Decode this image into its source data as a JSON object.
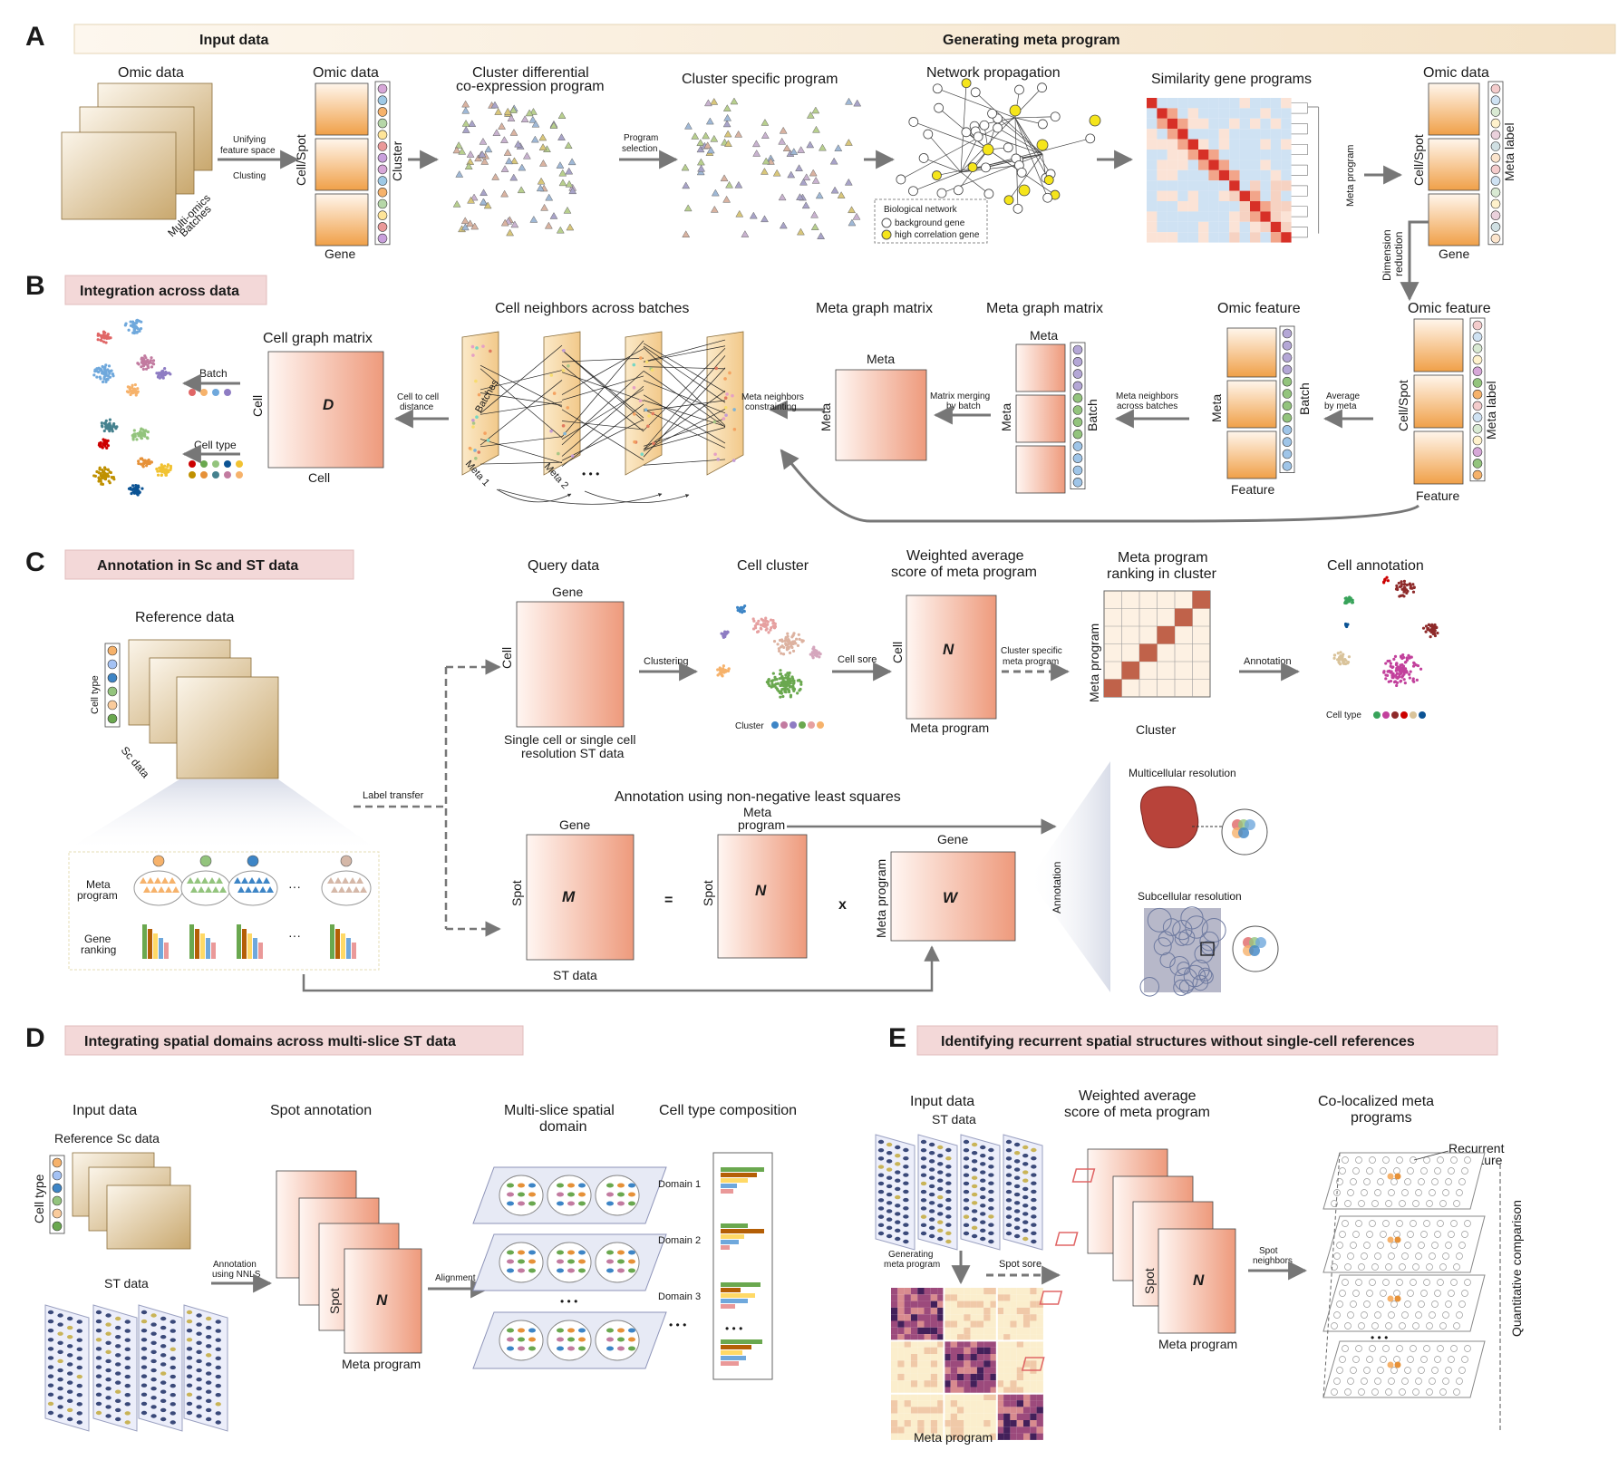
{
  "panelA": {
    "letter": "A",
    "input_header": "Input data",
    "gen_header": "Generating meta program",
    "omic_data_1": "Omic data",
    "multi_omics": "Multi-omics",
    "batches": "Batches",
    "unifying": "Unifying",
    "feature_space": "feature space",
    "clusting": "Clusting",
    "omic_data_2": "Omic data",
    "cell_spot": "Cell/Spot",
    "cluster": "Cluster",
    "gene": "Gene",
    "cluster_diff_1": "Cluster  differential",
    "cluster_diff_2": "co-expression program",
    "program": "Program",
    "selection": "selection",
    "cluster_specific": "Cluster specific program",
    "network_propagation": "Network propagation",
    "bio_network": "Biological network",
    "background_gene": "background gene",
    "high_corr_gene": "high correlation gene",
    "similarity": "Similarity gene programs",
    "meta_program": "Meta program",
    "omic_data_3": "Omic data",
    "cell_spot_2": "Cell/Spot",
    "meta_label": "Meta label",
    "gene_2": "Gene",
    "dimension": "Dimension",
    "reduction": "reduction"
  },
  "panelB": {
    "letter": "B",
    "title": "Integration across data",
    "batch": "Batch",
    "cell_type": "Cell type",
    "cell_graph": "Cell graph matrix",
    "cell": "Cell",
    "cell_bottom": "Cell",
    "D": "D",
    "cell_to_cell": "Cell to cell",
    "distance": "distance",
    "neighbors_title": "Cell neighbors across batches",
    "batches": "Batches",
    "meta1": "Meta 1",
    "meta2": "Meta 2",
    "dots": "• • •",
    "meta_nb_c1": "Meta neighbors",
    "meta_nb_c2": "constrainting",
    "meta_graph_1": "Meta graph matrix",
    "meta_top": "Meta",
    "meta_left": "Meta",
    "matrix_merging": "Matrix merging",
    "by_batch": "by batch",
    "meta_graph_2": "Meta graph matrix",
    "meta_top2": "Meta",
    "meta_left2": "Meta",
    "batch_label": "Batch",
    "meta_nb_a1": "Meta neighbors",
    "meta_nb_a2": "across batches",
    "omic_feature_1": "Omic feature",
    "meta_left3": "Meta",
    "batch_label2": "Batch",
    "feature": "Feature",
    "average": "Average",
    "by_meta": "by meta",
    "omic_feature_2": "Omic feature",
    "cell_spot": "Cell/Spot",
    "meta_label": "Meta label",
    "feature2": "Feature"
  },
  "panelC": {
    "letter": "C",
    "title": "Annotation in Sc and ST data",
    "reference": "Reference data",
    "cell_type": "Cell type",
    "sc_data": "Sc data",
    "meta_program_1": "Meta",
    "meta_program_2": "program",
    "gene_ranking_1": "Gene",
    "gene_ranking_2": "ranking",
    "ellipsis": "···",
    "label_transfer": "Label transfer",
    "query": "Query data",
    "gene": "Gene",
    "cell": "Cell",
    "single_cell_1": "Single cell or single cell",
    "single_cell_2": "resolution ST data",
    "clustering": "Clustering",
    "cell_cluster": "Cell cluster",
    "cluster_lbl": "Cluster",
    "cell_sore": "Cell sore",
    "weighted_1": "Weighted average",
    "weighted_2": "score of meta program",
    "N": "N",
    "meta_program": "Meta program",
    "cluster_specific_1": "Cluster specific",
    "cluster_specific_2": "meta program",
    "ranking_1": "Meta program",
    "ranking_2": "ranking in cluster",
    "ranking_y": "Meta program",
    "ranking_x": "Cluster",
    "annotation": "Annotation",
    "cell_annotation": "Cell annotation",
    "cell_type_2": "Cell type",
    "nnls_title": "Annotation using non-negative least squares",
    "gene_2": "Gene",
    "spot": "Spot",
    "M": "M",
    "st_data": "ST data",
    "eq": "=",
    "meta_prog_a": "Meta",
    "meta_prog_b": "program",
    "spot_2": "Spot",
    "N2": "N",
    "x": "x",
    "gene_3": "Gene",
    "meta_program_w": "Meta program",
    "W": "W",
    "annotation_v": "Annotation",
    "multicellular": "Multicellular resolution",
    "subcellular": "Subcellular resolution"
  },
  "panelD": {
    "letter": "D",
    "title": "Integrating spatial domains across multi-slice ST data",
    "input": "Input data",
    "reference_sc": "Reference Sc data",
    "cell_type": "Cell type",
    "st_data": "ST data",
    "annotation_1": "Annotation",
    "annotation_2": "using NNLS",
    "spot_annotation": "Spot annotation",
    "spot": "Spot",
    "N": "N",
    "meta_program": "Meta program",
    "alignment": "Alignment",
    "multi_slice_1": "Multi-slice spatial",
    "multi_slice_2": "domain",
    "composition": "Cell type composition",
    "domain1": "Domain 1",
    "domain2": "Domain 2",
    "domain3": "Domain 3",
    "dots": "• • •"
  },
  "panelE": {
    "letter": "E",
    "title": "Identifying recurrent spatial structures without single-cell references",
    "input": "Input data",
    "st_data": "ST data",
    "generating_1": "Generating",
    "generating_2": "meta program",
    "spot_sore": "Spot sore",
    "meta_program_bottom": "Meta program",
    "weighted_1": "Weighted average",
    "weighted_2": "score of meta program",
    "spot": "Spot",
    "N": "N",
    "meta_program": "Meta program",
    "spot_neighbors_1": "Spot",
    "spot_neighbors_2": "neighbors",
    "colocalized_1": "Co-localized meta",
    "colocalized_2": "programs",
    "recurrent_1": "Recurrent",
    "recurrent_2": "structure",
    "quantitative": "Quantitative comparison",
    "dots": "• • •"
  },
  "colors": {
    "orange_light": "#fdf0e4",
    "orange_dark": "#f0a24e",
    "salmon": "#ef9e80",
    "tan": "#c8a870",
    "header_bg": "#f7ead6",
    "pink_box": "#f3d8d8",
    "heat_red": "#d73027",
    "heat_blue": "#cfe2f3",
    "rank_red": "#c0624a"
  }
}
